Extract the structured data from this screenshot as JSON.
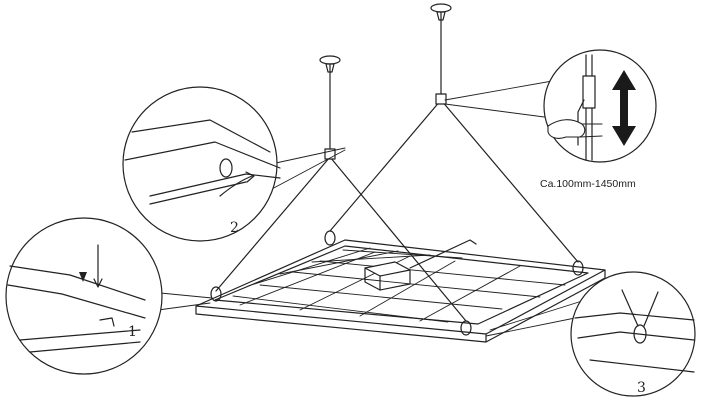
{
  "diagram": {
    "steps": [
      "1",
      "2",
      "3"
    ],
    "height_range": "Ca.100mm-1450mm"
  },
  "colors": {
    "line": "#222222",
    "arrow": "#1a1a1a",
    "background": "#ffffff"
  },
  "icons": [
    "ceiling-hook-icon",
    "screw-icon",
    "double-arrow-icon",
    "hand-icon"
  ]
}
